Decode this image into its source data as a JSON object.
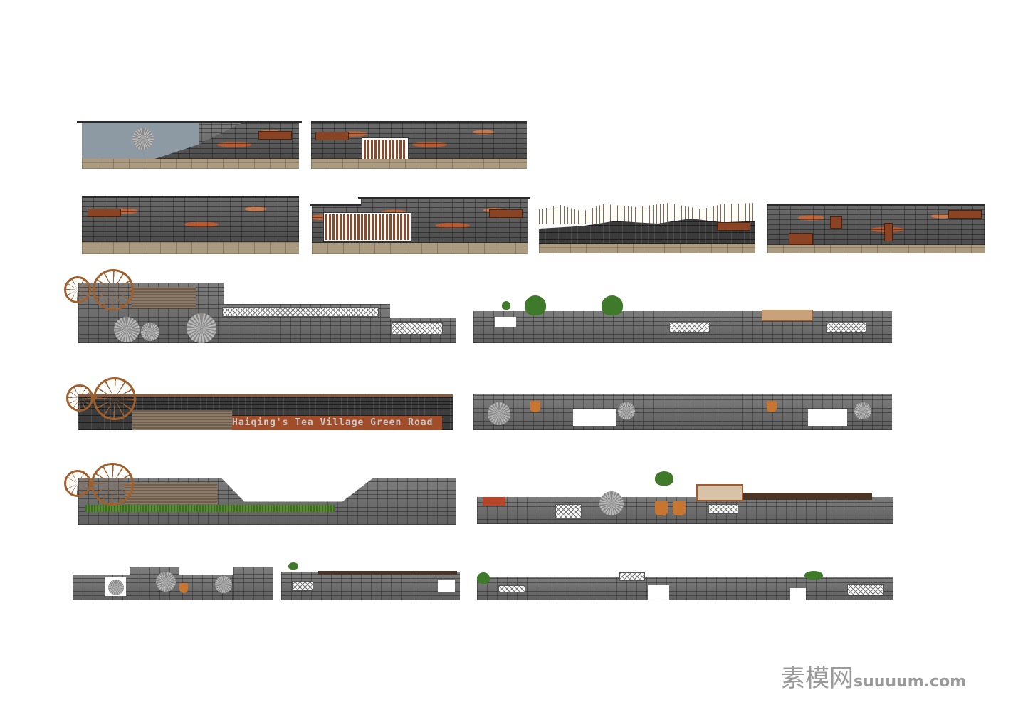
{
  "drawing": {
    "sign_text": "Haiqing's Tea Village Green Road"
  },
  "watermark": {
    "logo_cn": "素模网",
    "site": "suuuum.com"
  },
  "colors": {
    "brick_gray": "#6f6f6f",
    "rust": "#8a4323",
    "wheel": "#a0602d",
    "stone_base": "#a99a80"
  }
}
